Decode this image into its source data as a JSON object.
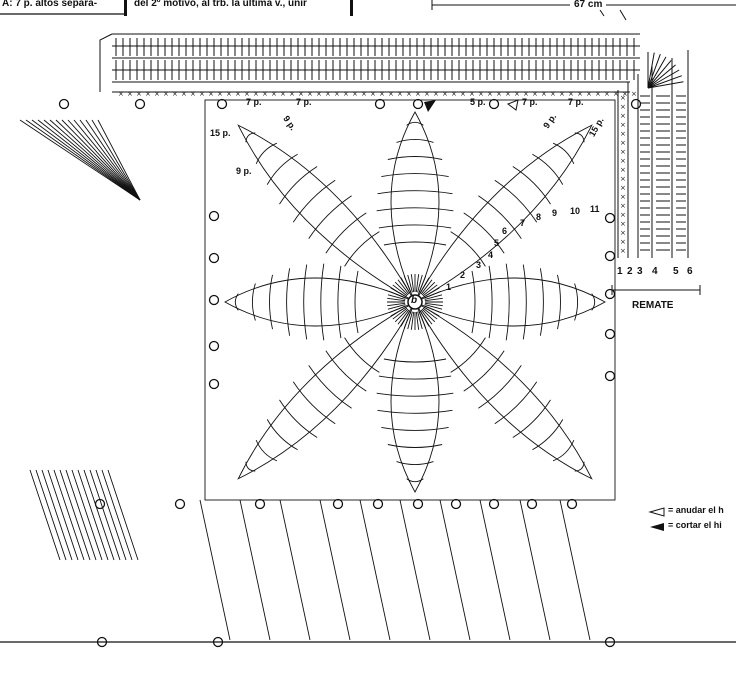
{
  "header": {
    "note_left": "A: 7 p. altos separa-",
    "note_center": "del 2º motivo, al trb. la última v., unir",
    "dimension_label": "67 cm"
  },
  "chain_labels": {
    "seven_p": "7 p.",
    "five_p": "5 p.",
    "nine_p": "9 p.",
    "fifteen_p": "15 p.",
    "center_mark": "b"
  },
  "round_numbers": [
    "1",
    "2",
    "3",
    "4",
    "5",
    "6",
    "7",
    "8",
    "9",
    "10",
    "11"
  ],
  "edging": {
    "title": "REMATE",
    "row_numbers": [
      "1",
      "2",
      "3",
      "4",
      "5",
      "6"
    ]
  },
  "legend": {
    "knot_label": "= anudar el h",
    "cut_label": "= cortar el hi"
  }
}
